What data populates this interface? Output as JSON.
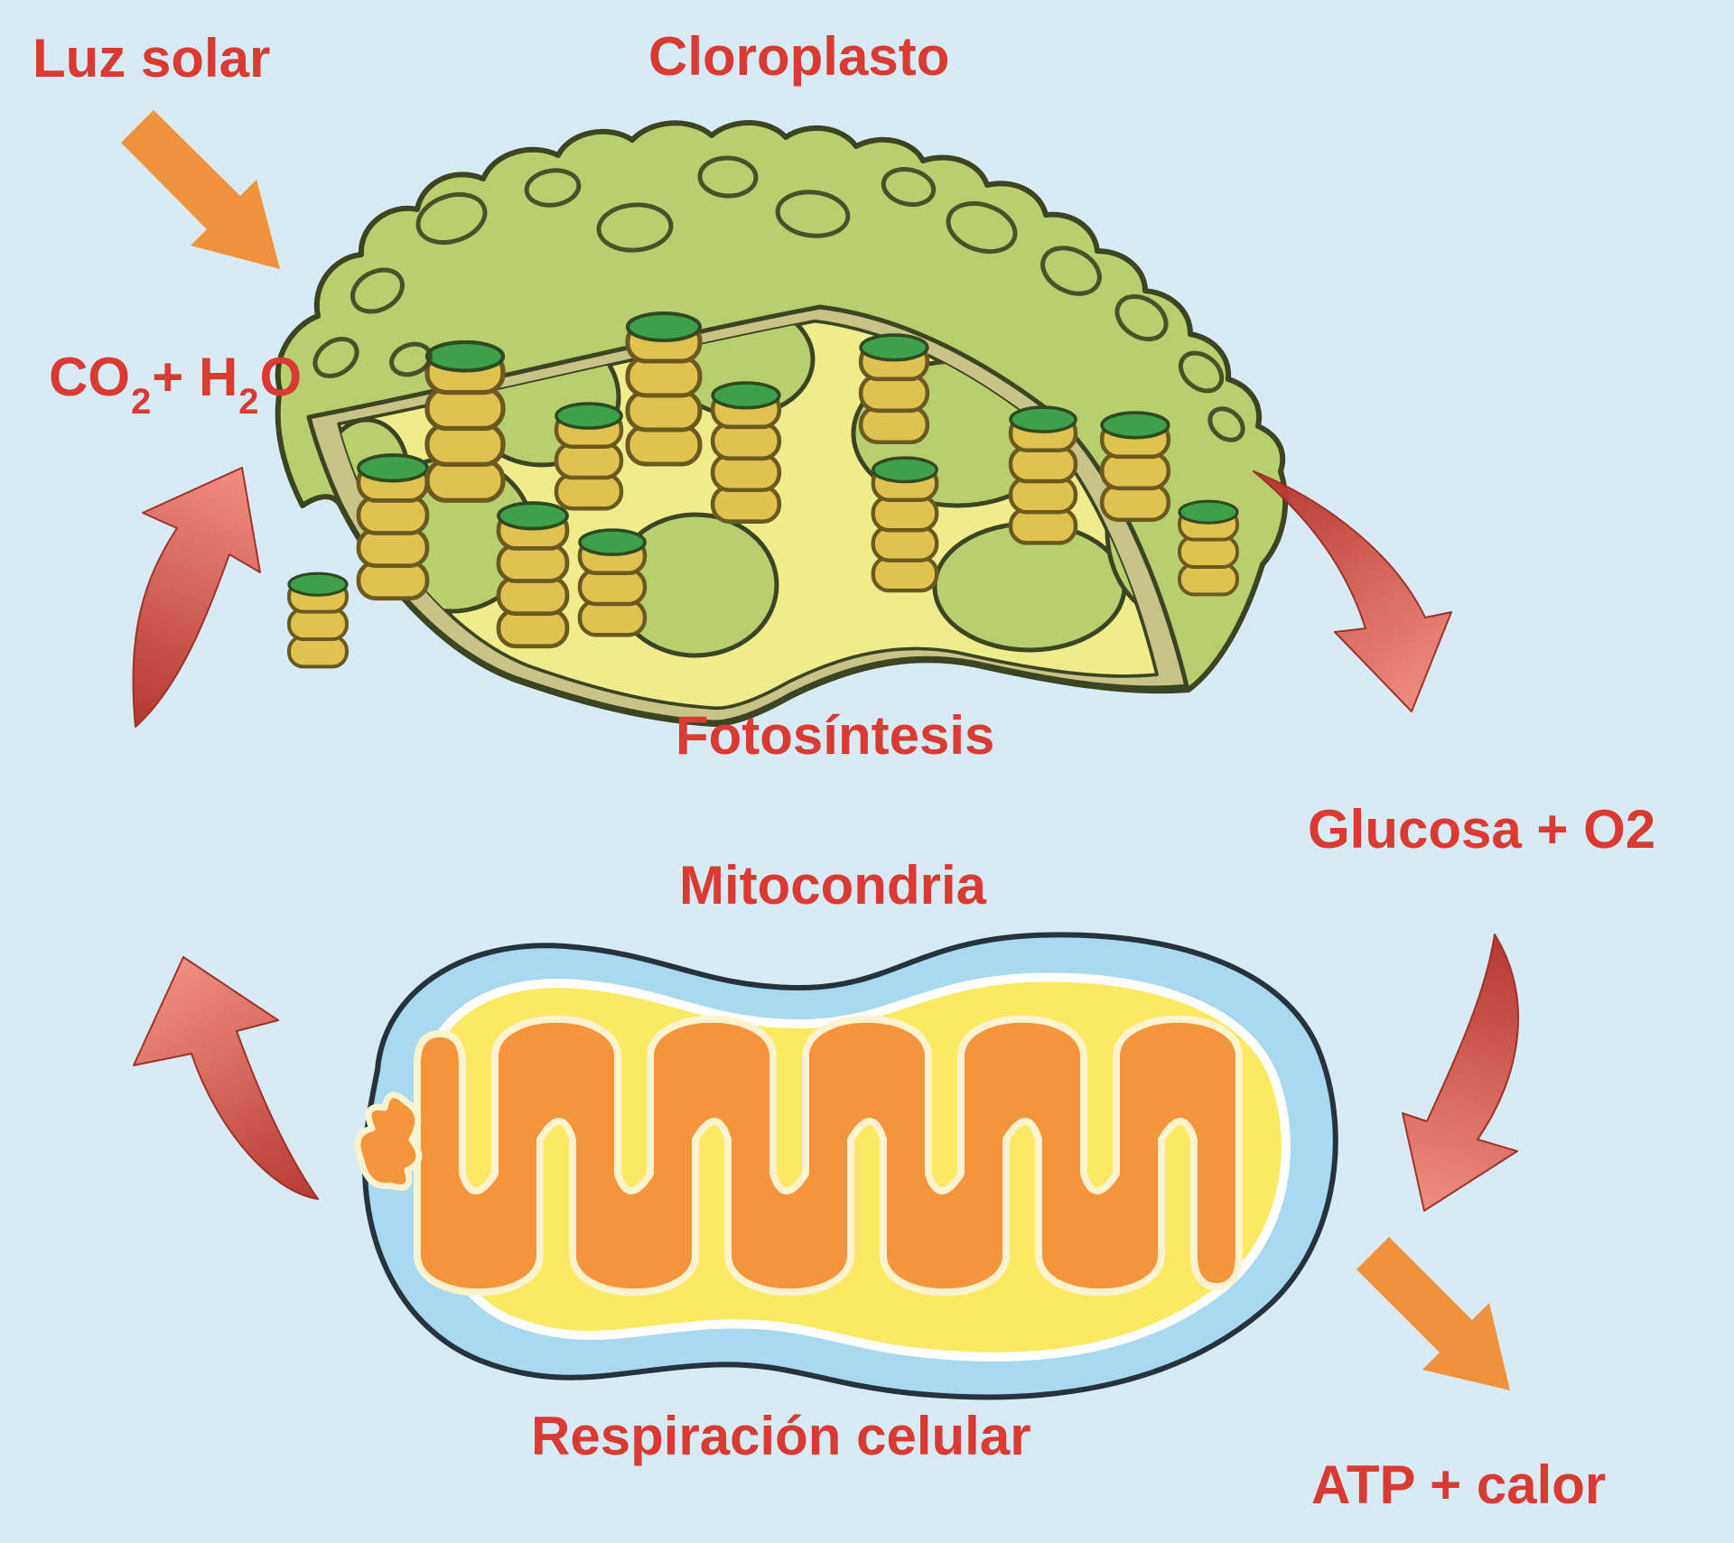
{
  "diagram": {
    "background_color": "#d8eaf4",
    "label_color": "#d93a32",
    "labels": {
      "sunlight": "Luz solar",
      "chloroplast": "Cloroplasto",
      "photosynthesis": "Fotosíntesis",
      "glucose_o2": "Glucosa + O2",
      "mitochondrion": "Mitocondria",
      "cellular_respiration": "Respiración celular",
      "atp_heat": "ATP + calor",
      "co2_h2o": {
        "p1": "CO",
        "s1": "2",
        "p2": "+ H",
        "s2": "2",
        "p3": "O"
      }
    },
    "icons": [
      "sunlight-arrow-icon",
      "co2-to-chloroplast-arrow-icon",
      "chloroplast-to-glucose-arrow-icon",
      "glucose-to-mitochondria-arrow-icon",
      "mitochondria-to-co2-arrow-icon",
      "atp-output-arrow-icon"
    ],
    "colors": {
      "orange_arrow": "#f0923b",
      "red_arrow_dark": "#b4322a",
      "red_arrow_light": "#f28a7e",
      "chloroplast_outer": "#b9cf6f",
      "chloroplast_outline": "#3c4422",
      "chloroplast_rim": "#c8c488",
      "stroma": "#efec8e",
      "granum_coin": "#dfc250",
      "granum_top": "#3fa04c",
      "mito_outer": "#a9d9ef",
      "mito_outline": "#26323c",
      "mito_matrix": "#fbe863",
      "cristae": "#f5943c",
      "cristae_outline": "#fdf3cf"
    }
  }
}
